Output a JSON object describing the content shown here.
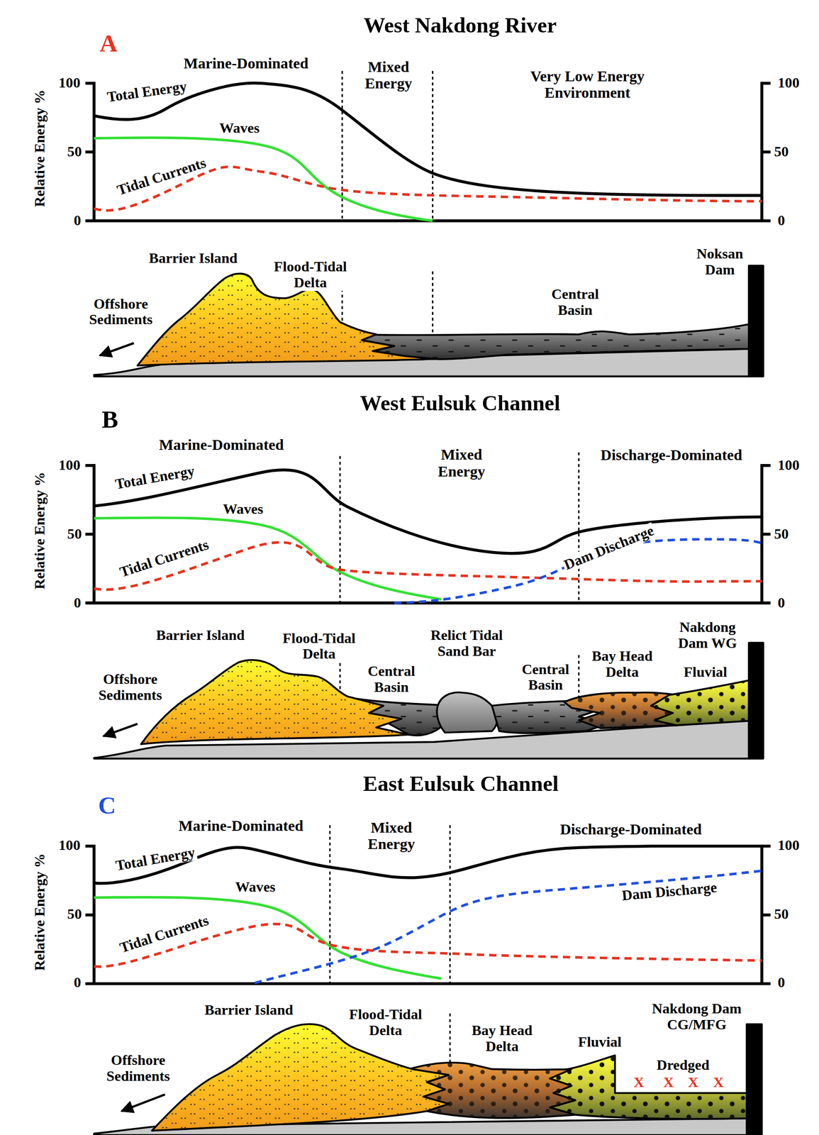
{
  "diagram": {
    "labels": [
      "West Nakdong River",
      "A",
      "Marine-Dominated",
      "Mixed Energy",
      "Very Low Energy Environment",
      "Relative Energy %",
      "100",
      "50",
      "0",
      "100",
      "50",
      "0",
      "Total Energy",
      "Waves",
      "Tidal Currents",
      "Barrier Island",
      "Flood-Tidal Delta",
      "Offshore Sediments",
      "Central Basin",
      "Noksan Dam",
      "West Eulsuk Channel",
      "B",
      "Marine-Dominated",
      "Mixed Energy",
      "Discharge-Dominated",
      "Relative Energy %",
      "100",
      "50",
      "0",
      "100",
      "50",
      "0",
      "Total Energy",
      "Waves",
      "Tidal Currents",
      "Dam Discharge",
      "Barrier Island",
      "Flood-Tidal Delta",
      "Offshore Sediments",
      "Central Basin",
      "Relict Tidal Sand Bar",
      "Central Basin",
      "Bay Head Delta",
      "Fluvial",
      "Nakdong Dam WG",
      "East Eulsuk Channel",
      "C",
      "Marine-Dominated",
      "Mixed Energy",
      "Discharge-Dominated",
      "Relative Energy %",
      "100",
      "50",
      "0",
      "100",
      "50",
      "0",
      "Total Energy",
      "Waves",
      "Tidal Currents",
      "Dam Discharge",
      "Barrier Island",
      "Flood-Tidal Delta",
      "Offshore Sediments",
      "Bay Head Delta",
      "Fluvial",
      "Nakdong Dam CG/MFG",
      "Dredged",
      "X",
      "X",
      "X",
      "X"
    ]
  }
}
